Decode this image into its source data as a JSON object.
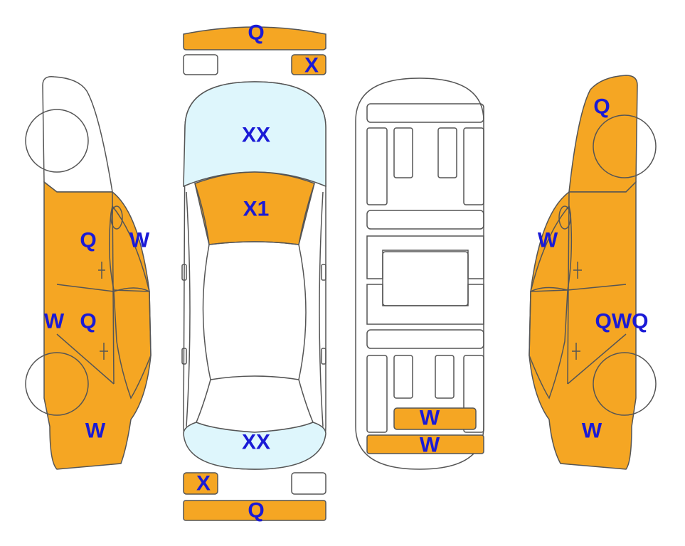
{
  "colors": {
    "damaged": "#f5a623",
    "glass": "#def6fc",
    "outline": "#555555",
    "label": "#1a1ad6",
    "panel": "#ffffff"
  },
  "labels": {
    "front_bumper": "Q",
    "front_right_light": "X",
    "windshield": "XX",
    "hood": "X1",
    "rear_window": "XX",
    "rear_left_light": "X",
    "rear_bumper": "Q",
    "left_front_door": "Q",
    "left_front_window": "W",
    "left_rear_door_w": "W",
    "left_rear_door_q": "Q",
    "left_rear_fender": "W",
    "under_spare": "W",
    "under_rear": "W",
    "right_front_fender": "Q",
    "right_front_window": "W",
    "right_door_combo": "QWQ",
    "right_rear_fender": "W"
  }
}
